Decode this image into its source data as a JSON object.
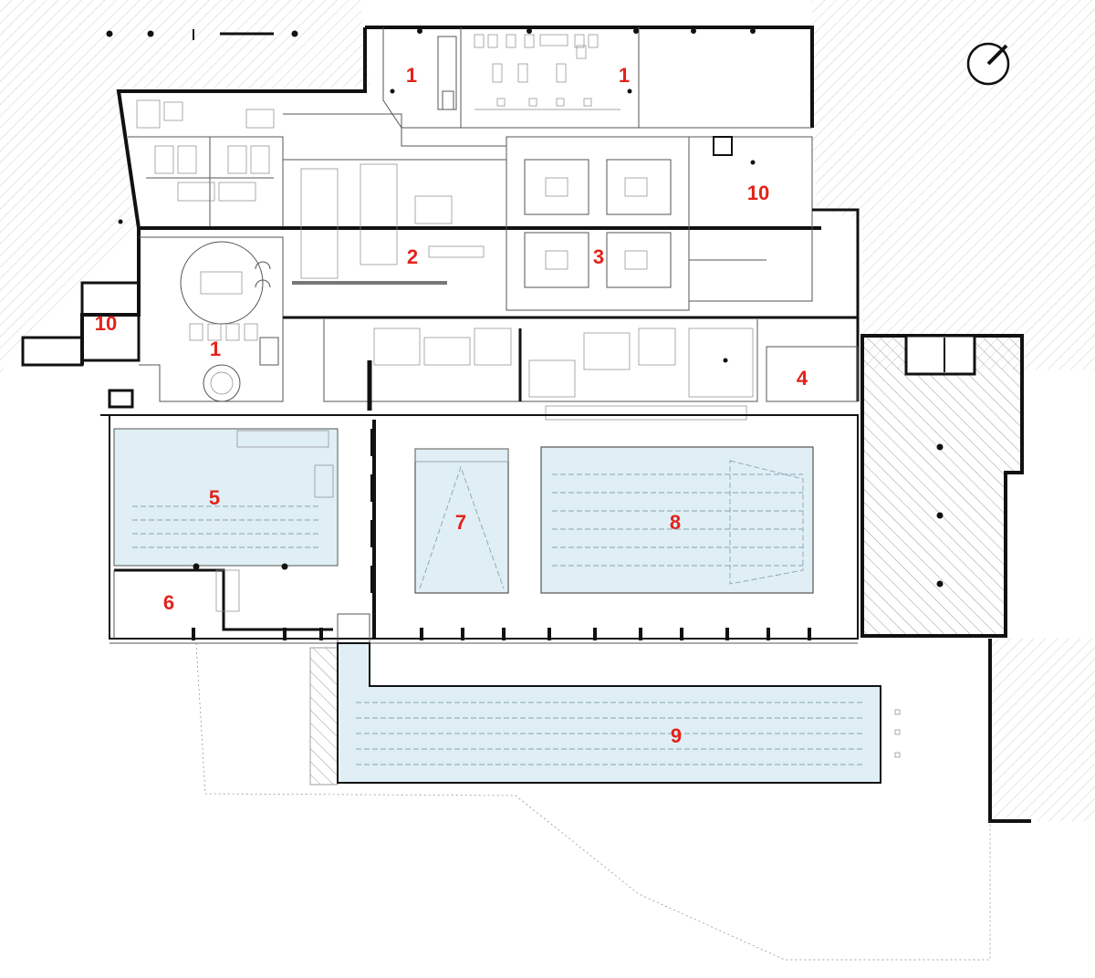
{
  "plan": {
    "colors": {
      "label": "#e2231a",
      "pool_water": "#dfeff5",
      "wall": "#111111",
      "hatch": "#cfcfcf"
    },
    "rooms": [
      {
        "id": "room-1-north-left",
        "label": "1"
      },
      {
        "id": "room-1-north-right",
        "label": "1"
      },
      {
        "id": "room-1-lobby",
        "label": "1"
      },
      {
        "id": "room-2",
        "label": "2"
      },
      {
        "id": "room-3",
        "label": "3"
      },
      {
        "id": "room-4",
        "label": "4"
      },
      {
        "id": "room-5",
        "label": "5"
      },
      {
        "id": "room-6",
        "label": "6"
      },
      {
        "id": "room-7",
        "label": "7"
      },
      {
        "id": "room-8",
        "label": "8"
      },
      {
        "id": "room-9",
        "label": "9"
      },
      {
        "id": "room-10-east",
        "label": "10"
      },
      {
        "id": "room-10-west",
        "label": "10"
      }
    ],
    "north_arrow_icon": "north-arrow-icon"
  }
}
